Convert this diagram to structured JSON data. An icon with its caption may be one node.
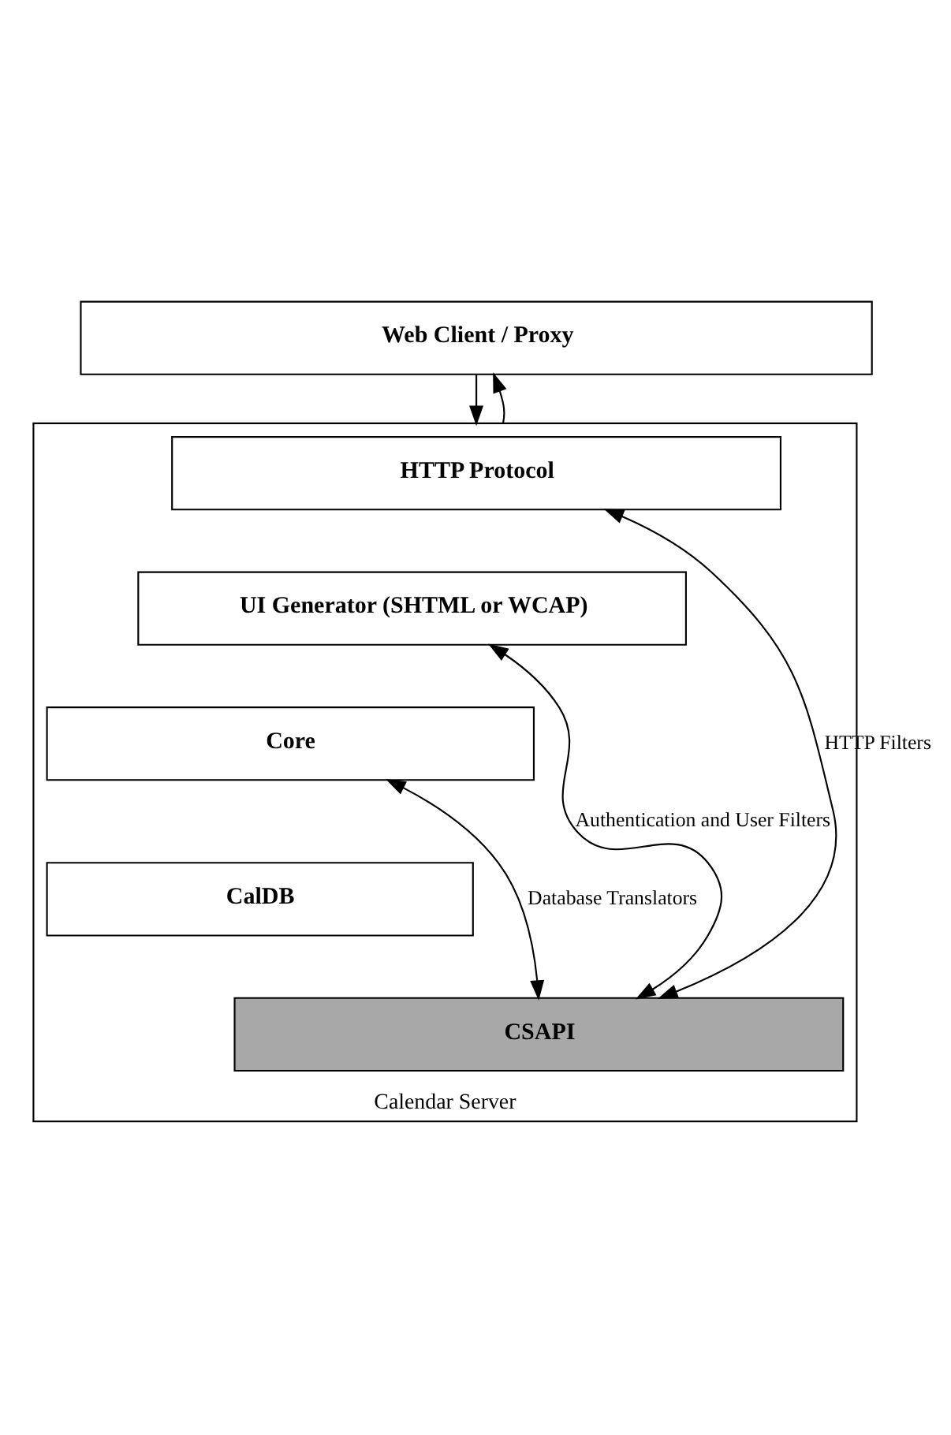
{
  "diagram": {
    "nodes": [
      {
        "text": [
          "Web Client / Proxy"
        ]
      },
      {
        "text": [
          "Calendar Server"
        ]
      },
      {
        "text": [
          "HTTP Protocol"
        ],
        "in": 1
      },
      {
        "text": [
          "UI Generator (SHTML or WCAP)"
        ],
        "in": 1
      },
      {
        "text": [
          "Core"
        ],
        "in": 1
      },
      {
        "text": [
          "CalDB"
        ],
        "in": 1
      },
      {
        "text": [
          "CSAPI"
        ],
        "in": 1
      }
    ],
    "edges": [
      {
        "from": 0,
        "to": 1,
        "arrow": "to"
      },
      {
        "from": 1,
        "to": 0,
        "arrow": "to"
      },
      {
        "from": 2,
        "to": 6,
        "arrow": "both",
        "label": "HTTP Filters"
      },
      {
        "from": 3,
        "to": 6,
        "arrow": "both",
        "label": "Authentication and User Filters"
      },
      {
        "from": 4,
        "to": 6,
        "arrow": "both",
        "label": "Database Translators"
      }
    ]
  }
}
